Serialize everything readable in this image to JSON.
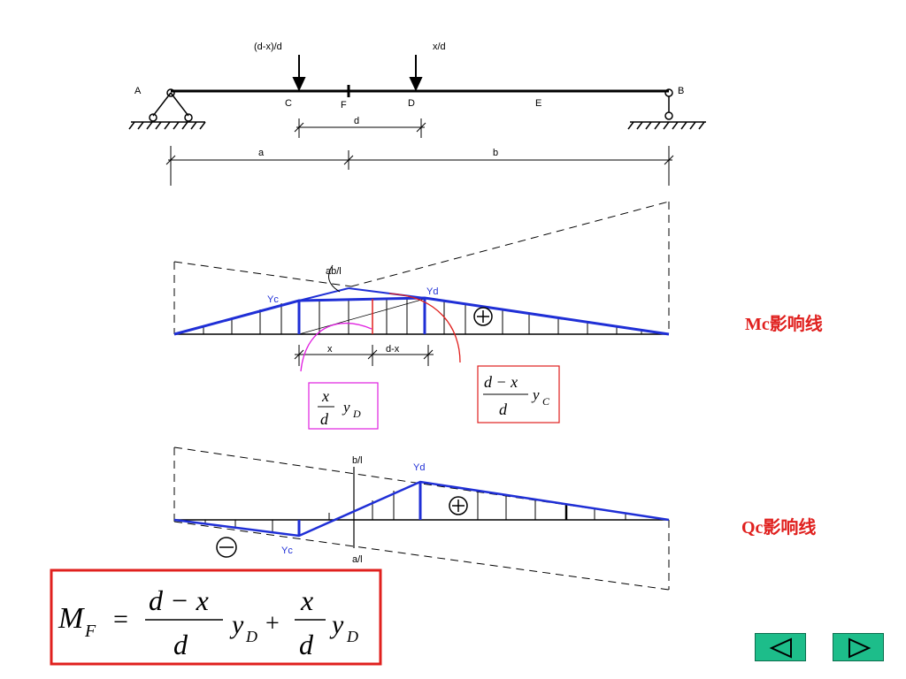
{
  "beam": {
    "labels": {
      "A": "A",
      "B": "B",
      "C": "C",
      "F": "F",
      "D": "D",
      "E": "E"
    },
    "loads": {
      "left": "(d-x)/d",
      "right": "x/d"
    },
    "dims": {
      "d": "d",
      "a": "a",
      "b": "b"
    }
  },
  "mc_line": {
    "caption": "Mc影响线",
    "peak": "ab/l",
    "yc": "Yc",
    "yd": "Yd",
    "sign": "+",
    "dim_x": "x",
    "dim_dx": "d-x",
    "box_left": {
      "num": "x",
      "den": "d",
      "y": "y",
      "sub": "D"
    },
    "box_right": {
      "num": "d − x",
      "den": "d",
      "y": "y",
      "sub": "C"
    }
  },
  "qc_line": {
    "caption": "Qc影响线",
    "top": "b/l",
    "bottom": "a/l",
    "yd": "Yd",
    "yc": "Yc",
    "sign_pos": "+",
    "sign_neg": "−"
  },
  "formula": {
    "M": "M",
    "Msub": "F",
    "eq": "=",
    "f1num": "d − x",
    "f1den": "d",
    "y1": "y",
    "y1sub": "D",
    "plus": "+",
    "f2num": "x",
    "f2den": "d",
    "y2": "y",
    "y2sub": "D"
  },
  "nav": {
    "prev": "previous-slide",
    "next": "next-slide"
  },
  "colors": {
    "blue": "#1f2fd6",
    "red": "#e0201e",
    "magenta": "#e020e0",
    "green": "#1dbd8a"
  }
}
